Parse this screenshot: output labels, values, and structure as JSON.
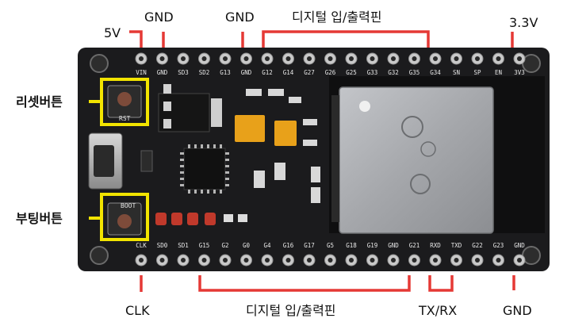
{
  "labels": {
    "v5": "5V",
    "gnd_top_left": "GND",
    "gnd_top_mid": "GND",
    "digital_io_top": "디지털 입/출력핀",
    "v33": "3.3V",
    "reset_button": "리셋버튼",
    "boot_button": "부팅버튼",
    "clk": "CLK",
    "digital_io_bottom": "디지털 입/출력핀",
    "txrx": "TX/RX",
    "gnd_bottom": "GND"
  },
  "board": {
    "top_pins": [
      "VIN",
      "GND",
      "SD3",
      "SD2",
      "G13",
      "GND",
      "G12",
      "G14",
      "G27",
      "G26",
      "G25",
      "G33",
      "G32",
      "G35",
      "G34",
      "SN",
      "SP",
      "EN",
      "3V3"
    ],
    "bottom_pins": [
      "CLK",
      "SD0",
      "SD1",
      "G15",
      "G2",
      "G0",
      "G4",
      "G16",
      "G17",
      "G5",
      "G18",
      "G19",
      "GND",
      "G21",
      "RXD",
      "TXD",
      "G22",
      "G23",
      "GND"
    ],
    "rst_label": "RST",
    "boot_label": "BOOT"
  },
  "colors": {
    "annotation_red": "#e53935",
    "highlight_yellow": "#f2e400",
    "pcb": "#1b1b1d",
    "module_shield": "#a7a9ad"
  }
}
